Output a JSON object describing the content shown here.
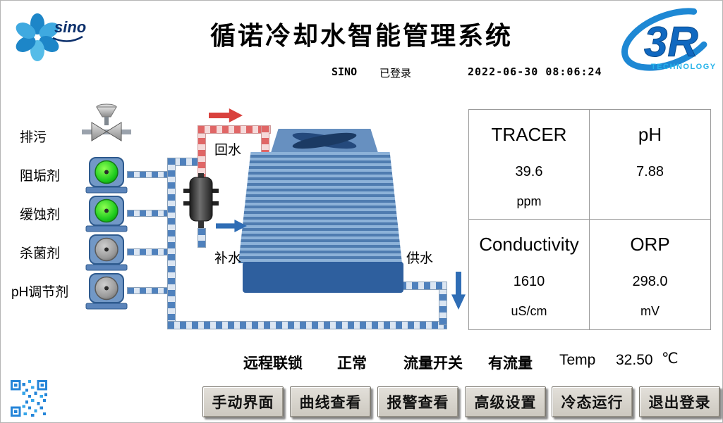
{
  "header": {
    "logo": {
      "text": "sino"
    },
    "title": "循诺冷却水智能管理系统",
    "user": "SINO",
    "login_status": "已登录",
    "datetime": "2022-06-30 08:06:24",
    "logo_3r": {
      "text": "3R",
      "subtext": "TECHNOLOGY"
    }
  },
  "diagram": {
    "chemical_lines": [
      "排污",
      "阻垢剂",
      "缓蚀剂",
      "杀菌剂",
      "pH调节剂"
    ],
    "flow_labels": {
      "return_water": "回水",
      "makeup_water": "补水",
      "supply_water": "供水"
    },
    "pump_states": [
      "running",
      "running",
      "stopped",
      "stopped"
    ]
  },
  "readings": {
    "tracer": {
      "name": "TRACER",
      "value": "39.6",
      "unit": "ppm"
    },
    "ph": {
      "name": "pH",
      "value": "7.88",
      "unit": ""
    },
    "conductivity": {
      "name": "Conductivity",
      "value": "1610",
      "unit": "uS/cm"
    },
    "orp": {
      "name": "ORP",
      "value": "298.0",
      "unit": "mV"
    }
  },
  "status_bar": {
    "remote_interlock": {
      "label": "远程联锁",
      "value": "正常"
    },
    "flow_switch": {
      "label": "流量开关",
      "value": "有流量"
    },
    "temperature": {
      "label": "Temp",
      "value": "32.50",
      "unit": "℃"
    }
  },
  "footer": {
    "buttons": [
      "手动界面",
      "曲线查看",
      "报警查看",
      "高级设置",
      "冷态运行",
      "退出登录"
    ]
  },
  "colors": {
    "pump_running": "#22cc22",
    "pump_stopped": "#9a9a9a",
    "pipe_blue": "#4f81bd",
    "pipe_red": "#e06666",
    "tower_blue": "#5b84ba",
    "logo_blue": "#1e88d4"
  }
}
